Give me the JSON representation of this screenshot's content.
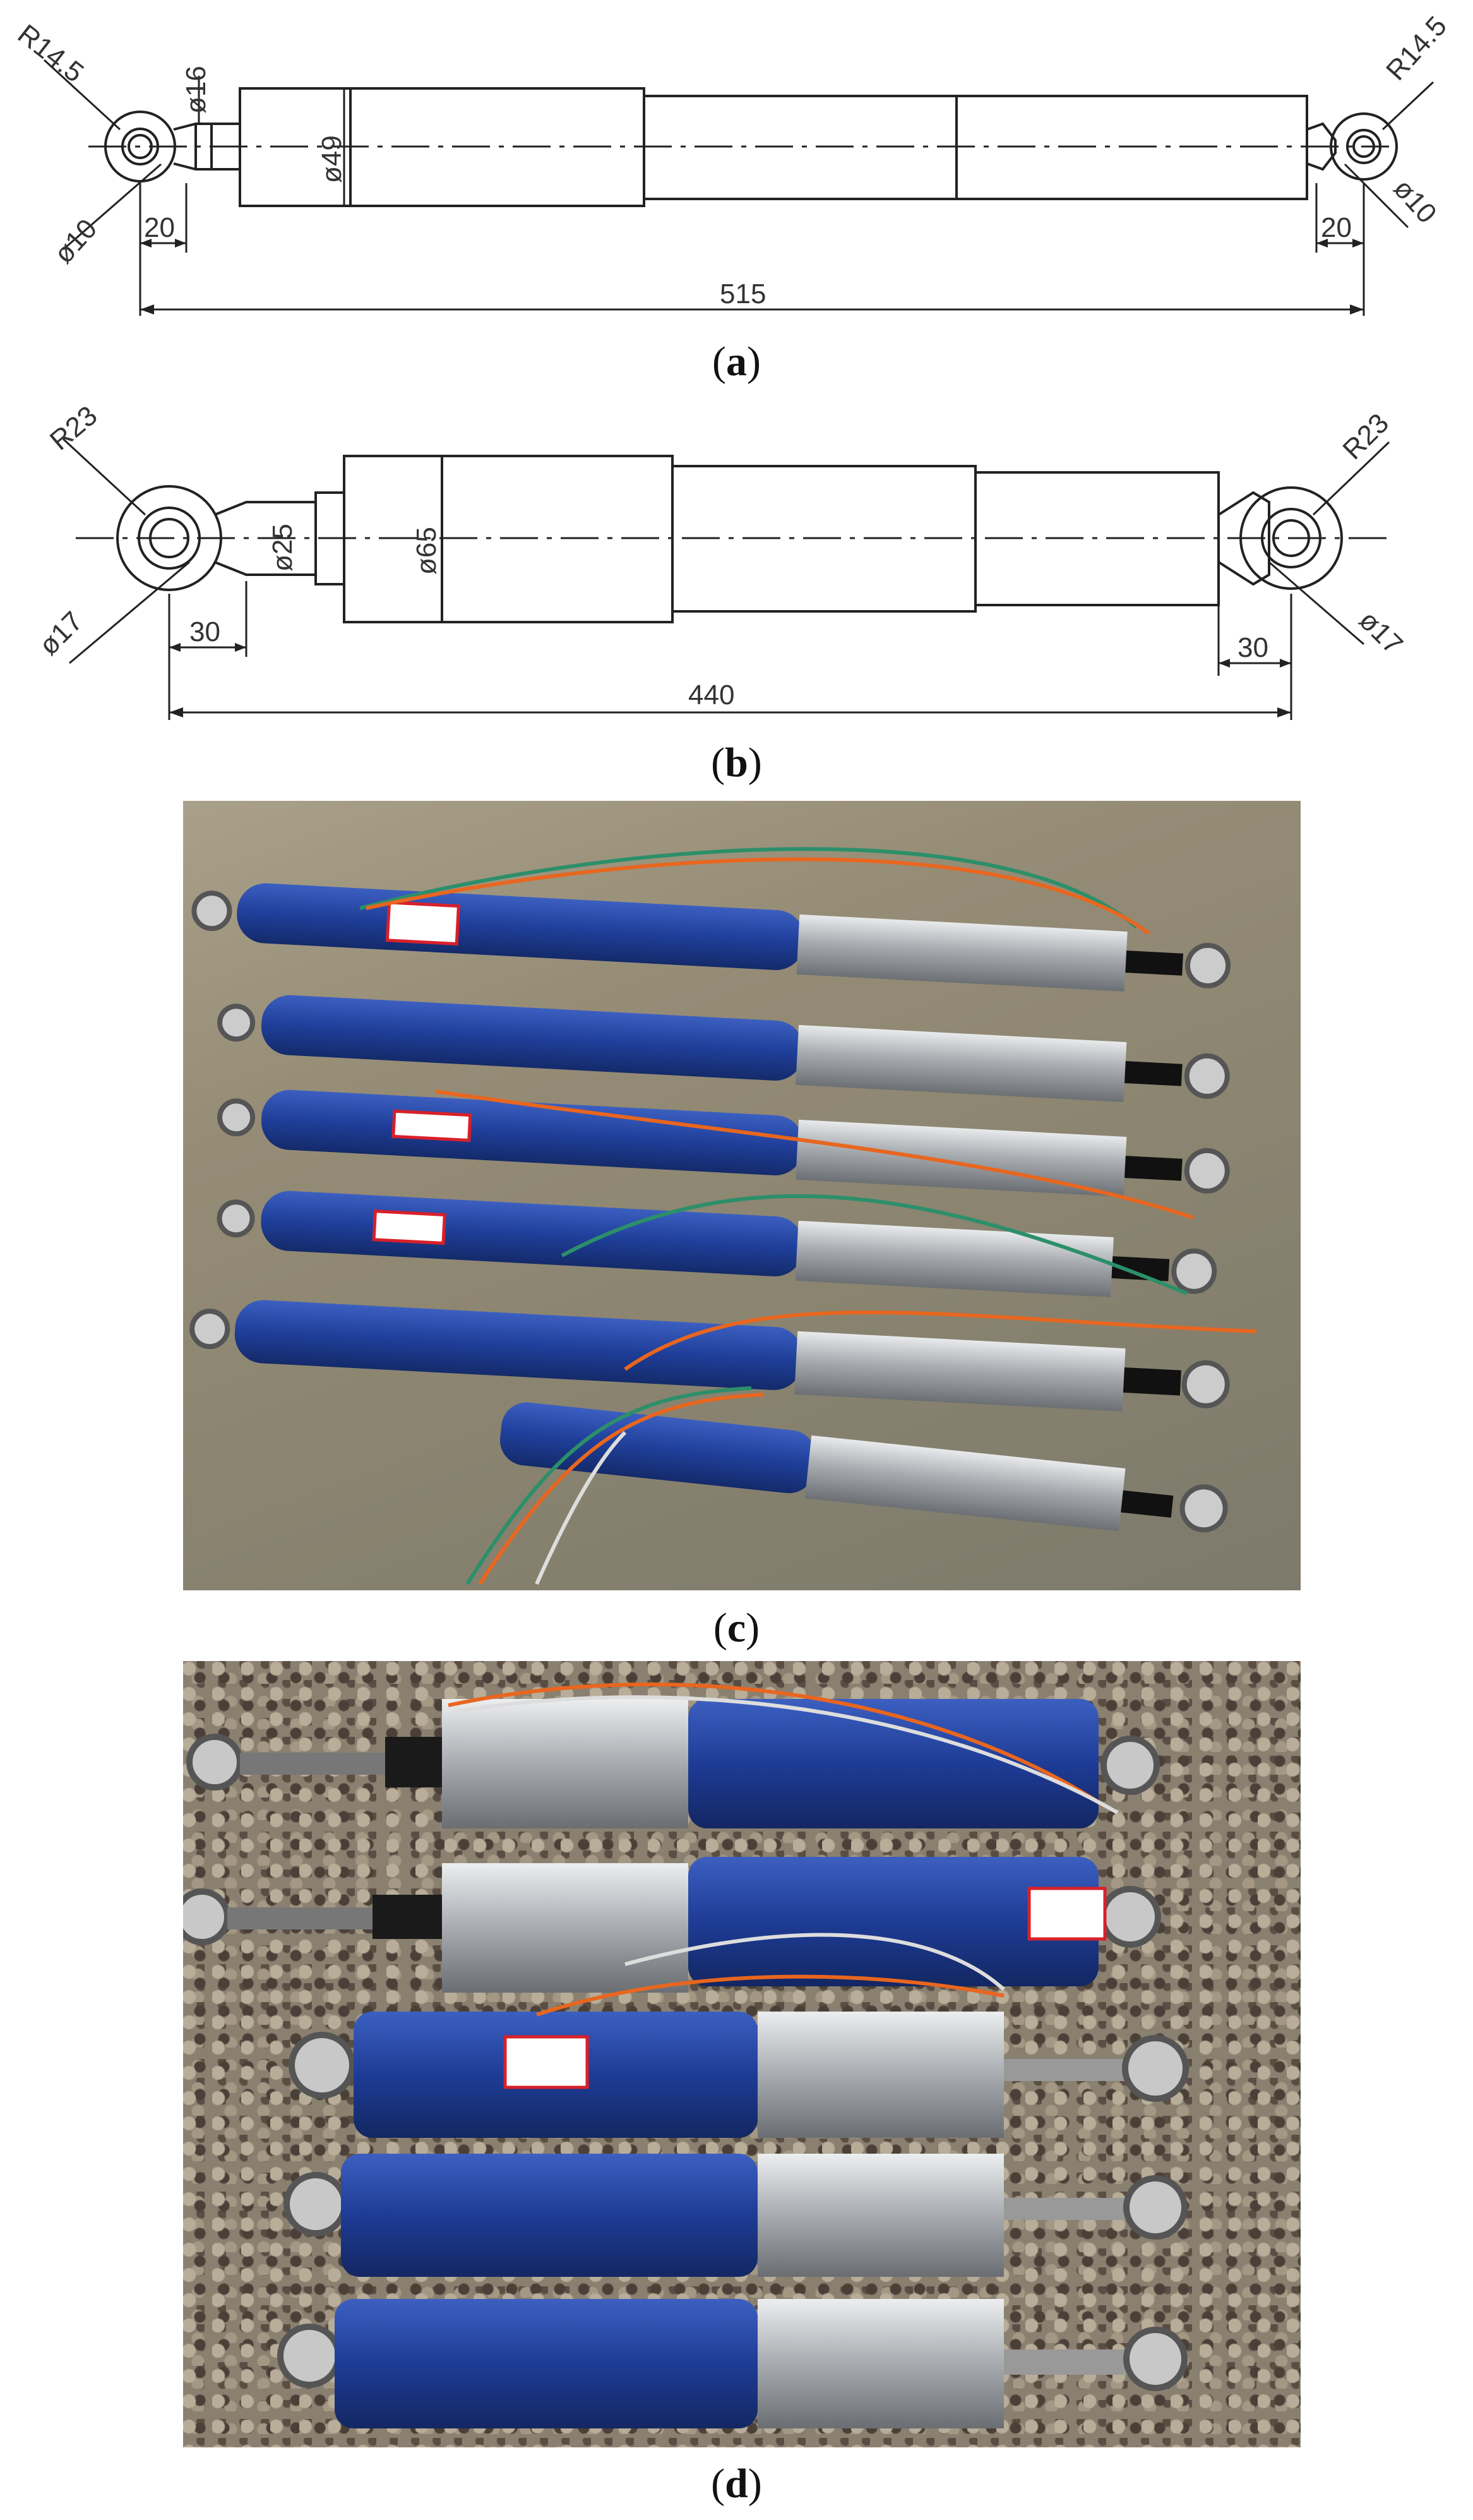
{
  "figure_a": {
    "dimensions": {
      "radius_left": "R14.5",
      "radius_right": "R14.5",
      "rod_diameter": "ø16",
      "body_diameter": "ø49",
      "pin_left": "ø10",
      "pin_right": "ø10",
      "eye_left": "20",
      "eye_right": "20",
      "overall_length": "515"
    },
    "caption": "a"
  },
  "figure_b": {
    "dimensions": {
      "radius_left": "R23",
      "radius_right": "R23",
      "rod_diameter": "ø25",
      "body_diameter": "ø65",
      "pin_left": "ø17",
      "pin_right": "ø17",
      "eye_left": "30",
      "eye_right": "30",
      "overall_length": "440"
    },
    "caption": "b"
  },
  "figure_c": {
    "caption": "c"
  },
  "figure_d": {
    "caption": "d"
  },
  "colors": {
    "line": "#222222",
    "sensor_blue": "#1f3f9a",
    "steel": "#b9bcc0",
    "label_red": "#d8202a",
    "wire_green": "#2c8f6a",
    "wire_orange": "#e8661f"
  }
}
